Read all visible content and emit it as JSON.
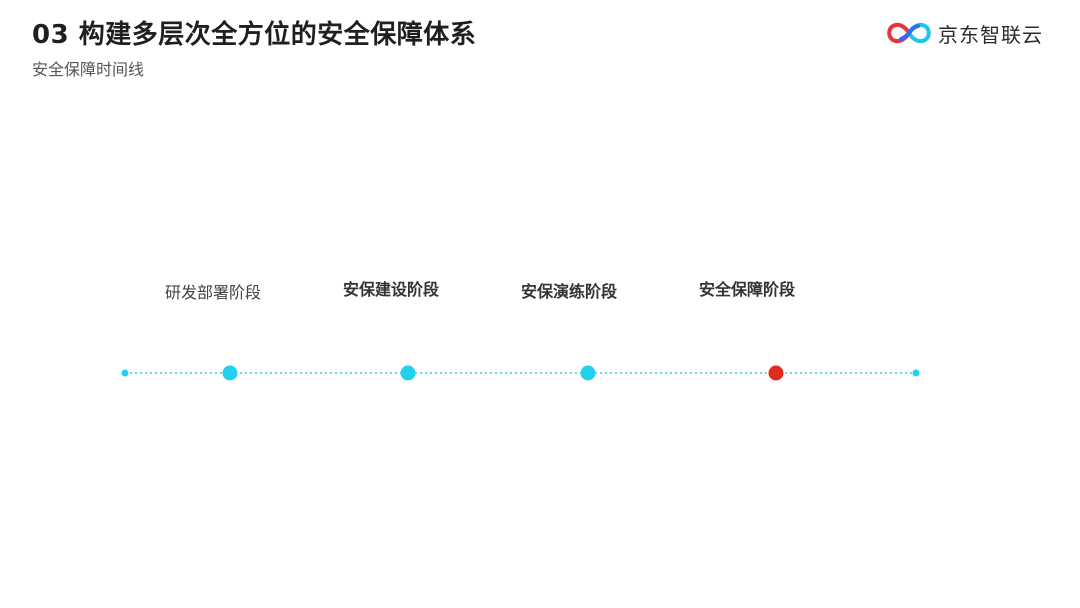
{
  "header": {
    "title": "03 构建多层次全方位的安全保障体系",
    "subtitle": "安全保障时间线"
  },
  "brand": {
    "name": "京东智联云",
    "logo_icon": "jd-cloud-infinity-logo-icon",
    "colors": [
      "#e8353b",
      "#2d6cf6",
      "#1fc6e8"
    ]
  },
  "timeline": {
    "line_color": "#3ec8e8",
    "stages": [
      {
        "label": "研发部署阶段",
        "bold": false,
        "color": "#22d1ee"
      },
      {
        "label": "安保建设阶段",
        "bold": true,
        "color": "#22d1ee"
      },
      {
        "label": "安保演练阶段",
        "bold": true,
        "color": "#22d1ee"
      },
      {
        "label": "安全保障阶段",
        "bold": true,
        "color": "#e02b1f"
      }
    ]
  }
}
